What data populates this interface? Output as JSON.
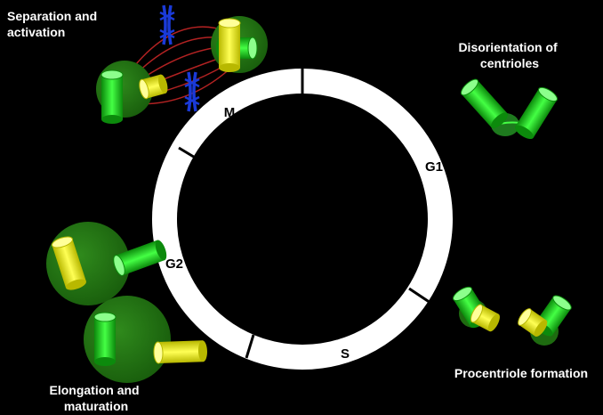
{
  "phases": {
    "m": "M",
    "g1": "G1",
    "s": "S",
    "g2": "G2"
  },
  "stages": {
    "separation": {
      "line1": "Separation and",
      "line2": "activation"
    },
    "disorientation": {
      "line1": "Disorientation of",
      "line2": "centrioles"
    },
    "procentriole": {
      "line1": "Procentriole formation"
    },
    "elongation": {
      "line1": "Elongation and",
      "line2": "maturation"
    }
  },
  "colors": {
    "background": "#000000",
    "ring": "#ffffff",
    "cell": "#1e6b10",
    "mother_centriole": "#22dd22",
    "daughter_centriole": "#ffff22",
    "spindle": "#b22222",
    "chromosome": "#1a3ad8"
  }
}
